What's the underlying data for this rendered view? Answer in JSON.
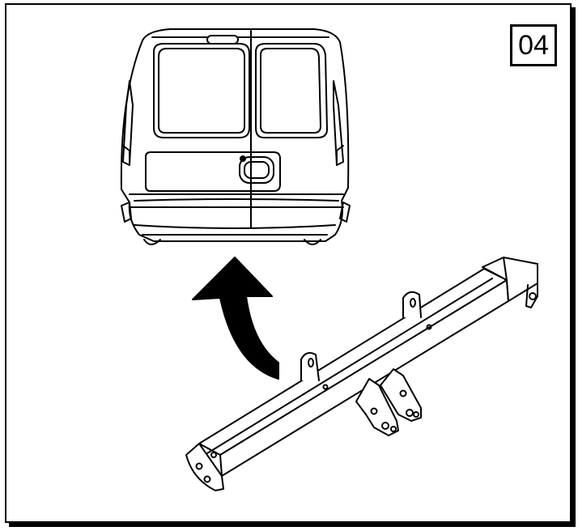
{
  "step": {
    "number": "04"
  },
  "colors": {
    "line": "#000000",
    "paper": "#ffffff",
    "shade": "#e6e6e6"
  },
  "illustration": {
    "parts": [
      "van-rear-view",
      "mounting-arrow",
      "tow-bar-crossbeam"
    ]
  }
}
